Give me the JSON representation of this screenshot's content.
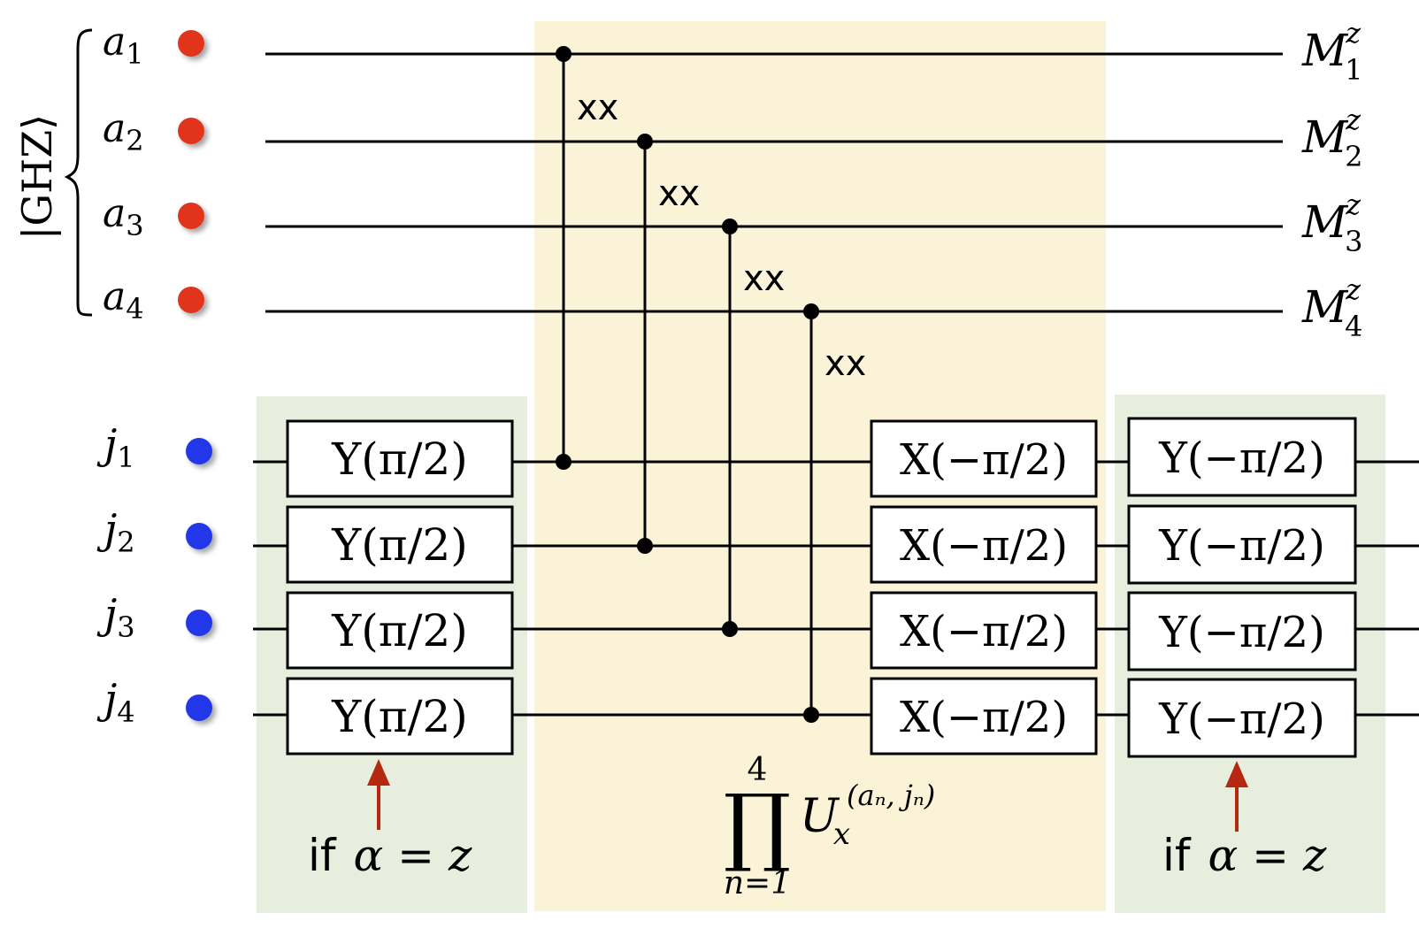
{
  "colors": {
    "ancilla_dot": "#e0341c",
    "data_dot": "#2338e8",
    "green_panel": "#e8eedd",
    "yellow_panel": "#fbf3d8",
    "arrow": "#b5280f",
    "wire": "#000000"
  },
  "ghz_label": "|GHZ⟩",
  "ancilla_qubits": [
    {
      "base": "a",
      "sub": "1",
      "measure": "M",
      "measure_sup": "z",
      "measure_sub": "1"
    },
    {
      "base": "a",
      "sub": "2",
      "measure": "M",
      "measure_sup": "z",
      "measure_sub": "2"
    },
    {
      "base": "a",
      "sub": "3",
      "measure": "M",
      "measure_sup": "z",
      "measure_sub": "3"
    },
    {
      "base": "a",
      "sub": "4",
      "measure": "M",
      "measure_sup": "z",
      "measure_sub": "4"
    }
  ],
  "data_qubits": [
    {
      "base": "j",
      "sub": "1"
    },
    {
      "base": "j",
      "sub": "2"
    },
    {
      "base": "j",
      "sub": "3"
    },
    {
      "base": "j",
      "sub": "4"
    }
  ],
  "coupling_label": "xx",
  "gates": {
    "left": [
      "Y(π/2)",
      "Y(π/2)",
      "Y(π/2)",
      "Y(π/2)"
    ],
    "middle": [
      "X(−π/2)",
      "X(−π/2)",
      "X(−π/2)",
      "X(−π/2)"
    ],
    "right": [
      "Y(−π/2)",
      "Y(−π/2)",
      "Y(−π/2)",
      "Y(−π/2)"
    ]
  },
  "condition": {
    "prefix": "if",
    "expr": "α = z"
  },
  "product": {
    "symbol": "∏",
    "upper": "4",
    "lower": "n=1",
    "operator": "U",
    "operator_sub": "x",
    "operator_sup": "(aₙ, jₙ)"
  }
}
